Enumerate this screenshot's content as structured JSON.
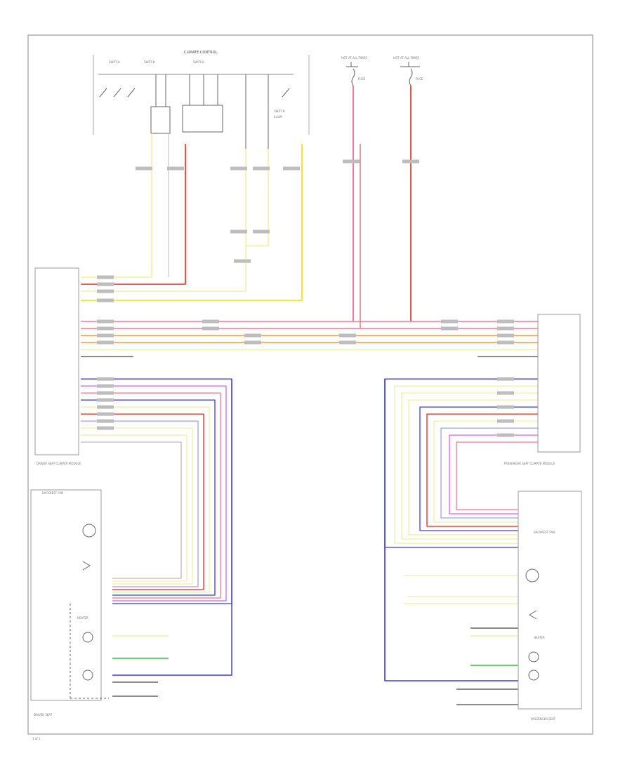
{
  "colors": {
    "wire_red": "#e0281e",
    "wire_pink": "#f07890",
    "wire_yellow": "#f0e000",
    "wire_blue": "#3a3ad8",
    "wire_violet": "#d060e8",
    "wire_green": "#30c030",
    "wire_orange": "#f09a3a",
    "wire_light_yellow": "#eef0a0",
    "wire_light_blue": "#9aa0f0",
    "wire_black": "#444444",
    "wire_gray": "#bbbbbb",
    "frame": "#9a9a9a"
  },
  "labels": {
    "switch_panel": "CLIMATE CONTROL",
    "fuse_left": "HOT AT ALL TIMES",
    "fuse_right": "HOT AT ALL TIMES",
    "module_left": "DRIVER SEAT CLIMATE MODULE",
    "module_right": "PASSENGER SEAT CLIMATE MODULE",
    "seat_left": "DRIVER SEAT",
    "seat_right": "PASSENGER SEAT",
    "backrest_fan": "BACKREST FAN",
    "heater": "HEATER",
    "page_marker": "1 of 1"
  }
}
